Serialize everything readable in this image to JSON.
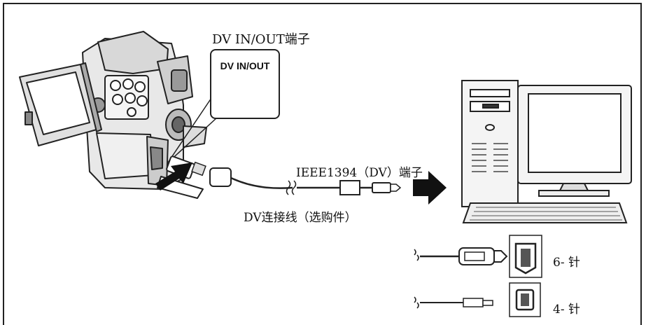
{
  "labels": {
    "dv_port_title": "DV IN/OUT端子",
    "dv_port_box_label": "DV IN/OUT",
    "ieee_port": "IEEE1394（DV）端子",
    "dv_cable": "DV连接线（选购件）",
    "pin6": "6- 针",
    "pin4": "4- 针"
  },
  "colors": {
    "ink": "#222222",
    "arrow": "#111111",
    "screen": "#ffffff"
  }
}
